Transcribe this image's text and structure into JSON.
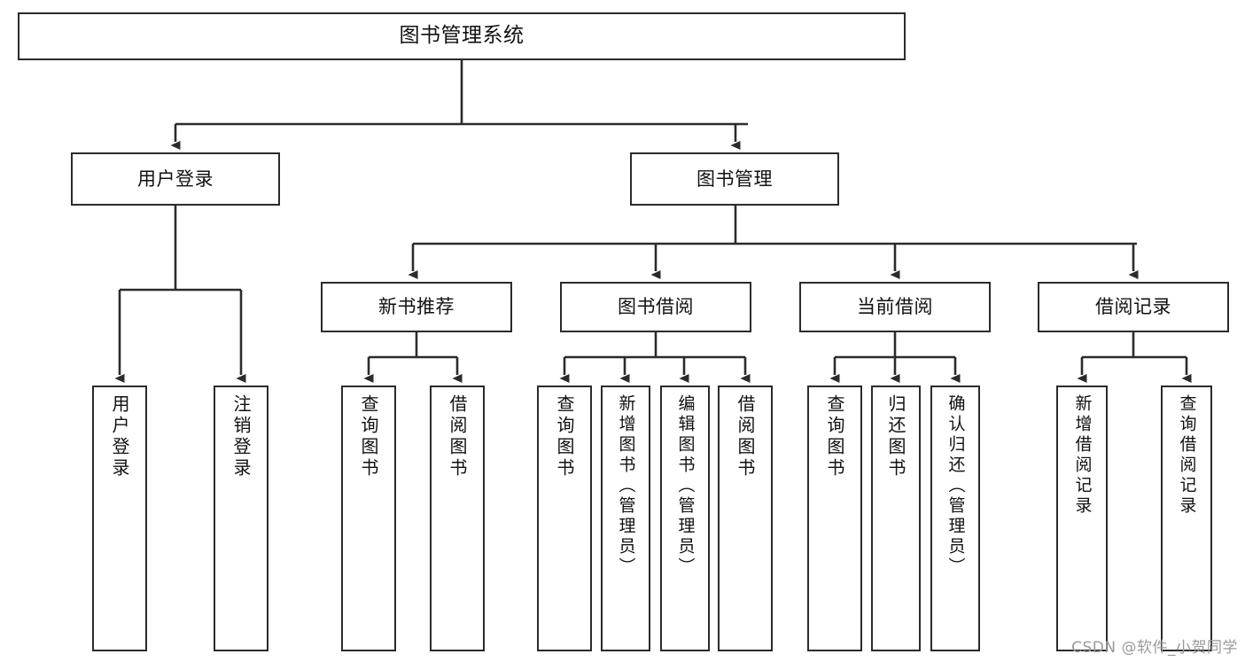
{
  "diagram": {
    "title": "图书管理系统",
    "type": "tree",
    "orientation": "top-down",
    "line_color": "#2b2b2b",
    "box_fill": "#ffffff",
    "text_color": "#111111"
  },
  "nodes": {
    "root": {
      "label": "图书管理系统",
      "level": 1
    },
    "level2": [
      {
        "id": "user-login",
        "label": "用户登录"
      },
      {
        "id": "book-manage",
        "label": "图书管理"
      }
    ],
    "level3": [
      {
        "id": "new-book-recommend",
        "label": "新书推荐"
      },
      {
        "id": "book-borrow",
        "label": "图书借阅"
      },
      {
        "id": "current-borrow",
        "label": "当前借阅"
      },
      {
        "id": "borrow-record",
        "label": "借阅记录"
      }
    ],
    "leaves": {
      "user-login": [
        {
          "id": "leaf-user-login",
          "label": "用户登录"
        },
        {
          "id": "leaf-logout",
          "label": "注销登录"
        }
      ],
      "new-book-recommend": [
        {
          "id": "leaf-query-book-1",
          "label": "查询图书"
        },
        {
          "id": "leaf-borrow-book-1",
          "label": "借阅图书"
        }
      ],
      "book-borrow": [
        {
          "id": "leaf-query-book-2",
          "label": "查询图书"
        },
        {
          "id": "leaf-add-book",
          "label": "新增图书（管理员）"
        },
        {
          "id": "leaf-edit-book",
          "label": "编辑图书（管理员）"
        },
        {
          "id": "leaf-borrow-book-2",
          "label": "借阅图书"
        }
      ],
      "current-borrow": [
        {
          "id": "leaf-query-book-3",
          "label": "查询图书"
        },
        {
          "id": "leaf-return-book",
          "label": "归还图书"
        },
        {
          "id": "leaf-confirm-return",
          "label": "确认归还（管理员）"
        }
      ],
      "borrow-record": [
        {
          "id": "leaf-add-record",
          "label": "新增借阅记录"
        },
        {
          "id": "leaf-query-record",
          "label": "查询借阅记录"
        }
      ]
    }
  },
  "watermark": {
    "text": "CSDN @软件_小贺同学"
  }
}
